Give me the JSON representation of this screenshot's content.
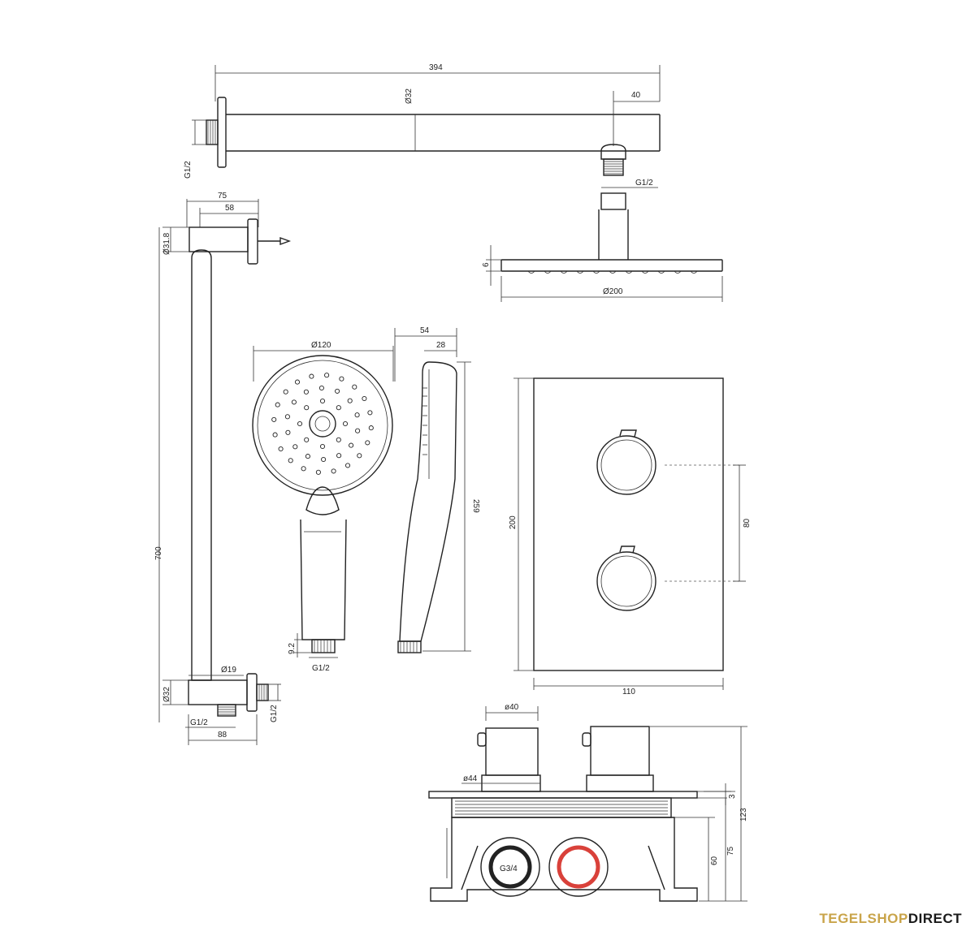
{
  "dimensions": {
    "arm_length": "394",
    "arm_diameter": "Ø32",
    "arm_end_offset": "40",
    "arm_wall_thread": "G1/2",
    "arm_head_thread": "G1/2",
    "rail_depth_outer": "75",
    "rail_depth_inner": "58",
    "rail_bracket": "Ø31.8",
    "rail_length": "700",
    "rail_diameter": "Ø19",
    "rail_base": "Ø32",
    "rail_thread_left": "G1/2",
    "rail_thread_right": "G1/2",
    "rail_base_width": "88",
    "head_height": "6",
    "head_diameter": "Ø200",
    "hand_diameter": "Ø120",
    "hand_depth": "54",
    "hand_depth_inner": "28",
    "hand_length": "259",
    "hand_thread_len": "9.2",
    "hand_thread": "G1/2",
    "plate_height": "200",
    "plate_width": "110",
    "knob_spacing": "80",
    "knob_diameter": "ø40",
    "knob_base": "ø44",
    "box_plate": "3",
    "box_height": "123",
    "box_mid": "75",
    "box_low": "60",
    "inlet_thread": "G3/4"
  },
  "colors": {
    "line": "#222222",
    "inlet_cold": "#222222",
    "inlet_hot": "#d9413a",
    "brand_gold": "#c9a44a",
    "brand_dark": "#1a1a1a"
  },
  "brand": {
    "part1": "TEGELSHOP",
    "part2": "DIRECT"
  }
}
